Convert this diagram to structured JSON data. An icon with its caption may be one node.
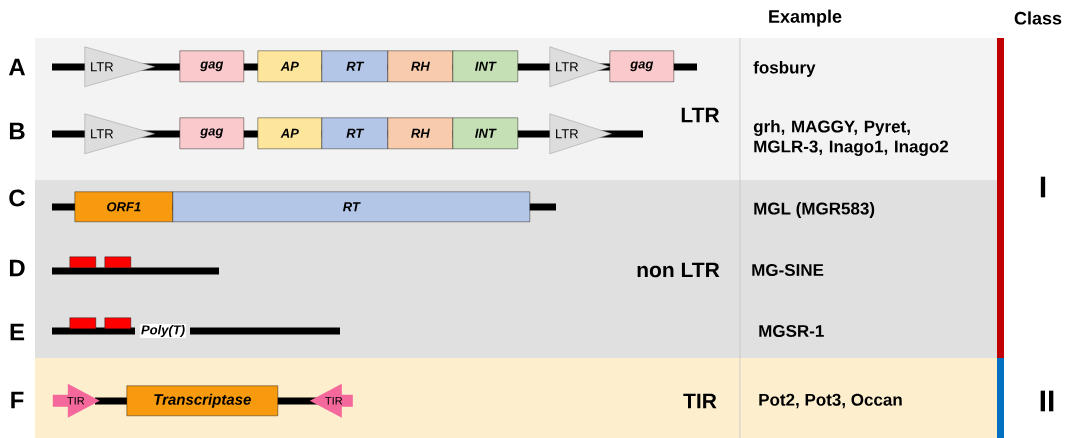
{
  "diagram": {
    "nodes": [
      {
        "text": [
          "LTR"
        ]
      },
      {
        "text": [
          "LTR"
        ],
        "in": 0
      },
      {
        "text": [
          "gag"
        ],
        "in": 0
      },
      {
        "text": [
          "AP"
        ],
        "in": 0
      },
      {
        "text": [
          "RT"
        ],
        "in": 0
      },
      {
        "text": [
          "RH"
        ],
        "in": 0
      },
      {
        "text": [
          "INT"
        ],
        "in": 0
      },
      {
        "text": [
          "LTR"
        ],
        "in": 0
      },
      {
        "text": [
          "gag"
        ],
        "in": 0
      },
      {
        "text": [
          "LTR"
        ],
        "in": 0
      },
      {
        "text": [
          "gag"
        ],
        "in": 0
      },
      {
        "text": [
          "AP"
        ],
        "in": 0
      },
      {
        "text": [
          "RT"
        ],
        "in": 0
      },
      {
        "text": [
          "RH"
        ],
        "in": 0
      },
      {
        "text": [
          "INT"
        ],
        "in": 0
      },
      {
        "text": [
          "LTR"
        ],
        "in": 0
      },
      {
        "text": [
          "non LTR"
        ]
      },
      {
        "text": [
          "ORF1"
        ],
        "in": 16
      },
      {
        "text": [
          "RT"
        ],
        "in": 16
      },
      {
        "text": [],
        "shape": "box",
        "in": 16
      },
      {
        "text": [],
        "shape": "box",
        "in": 16
      },
      {
        "text": [],
        "shape": "box",
        "in": 16
      },
      {
        "text": [],
        "shape": "box",
        "in": 16
      },
      {
        "text": [
          "TIR"
        ]
      },
      {
        "text": [
          "TIR"
        ],
        "in": 23
      },
      {
        "text": [
          "Transcriptase"
        ],
        "in": 23
      },
      {
        "text": [
          "TIR"
        ],
        "in": 23
      }
    ],
    "labels": [
      "Example",
      "Class",
      "A",
      "fosbury",
      "B",
      "grh, MAGGY, Pyret, MGLR-3, Inago1, Inago2",
      "I",
      "C",
      "MGL (MGR583)",
      "D",
      "MG-SINE",
      "E",
      "Poly(T)",
      "MGSR-1",
      "F",
      "Pot2, Pot3, Occan",
      "II"
    ]
  }
}
